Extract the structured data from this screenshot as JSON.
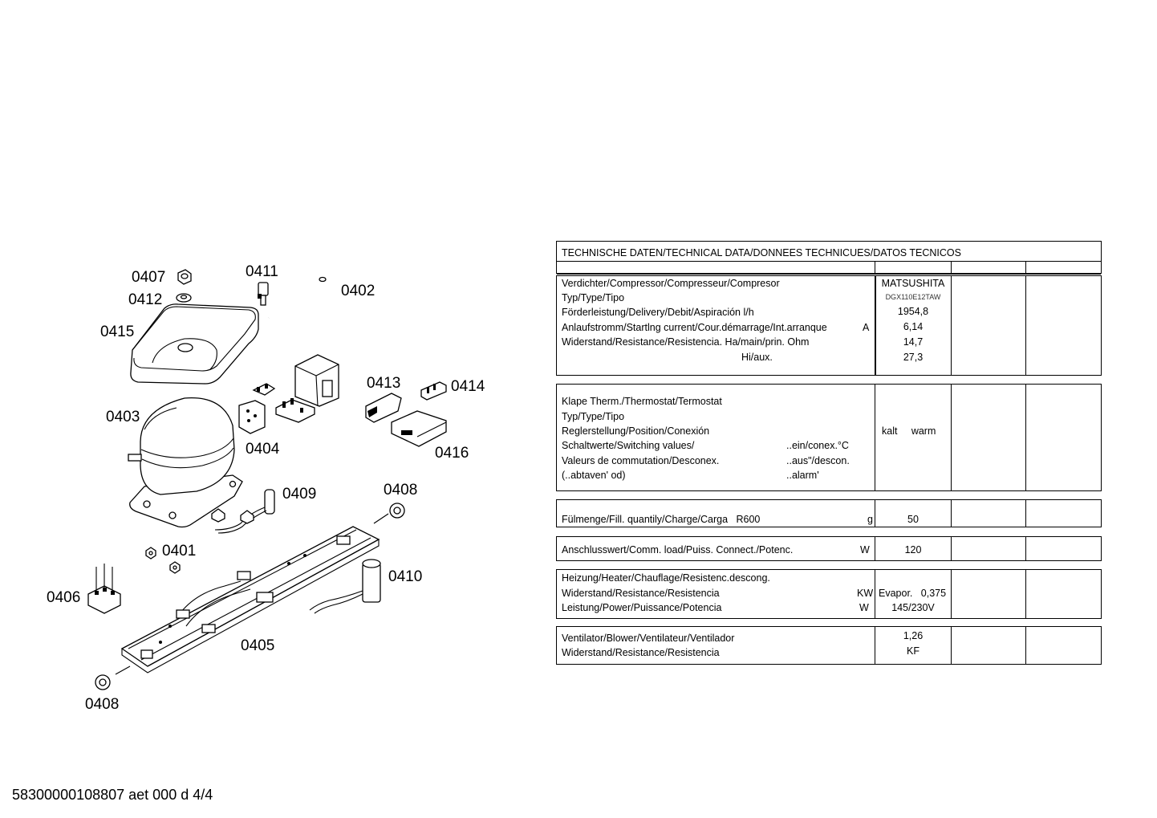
{
  "parts": {
    "p0401": "0401",
    "p0402": "0402",
    "p0403": "0403",
    "p0404": "0404",
    "p0405": "0405",
    "p0406": "0406",
    "p0407": "0407",
    "p0408a": "0408",
    "p0408b": "0408",
    "p0409": "0409",
    "p0410": "0410",
    "p0411": "0411",
    "p0412": "0412",
    "p0413": "0413",
    "p0414": "0414",
    "p0415": "0415",
    "p0416": "0416"
  },
  "footer": "58300000108807 aet 000 d 4/4",
  "table": {
    "header": "TECHNISCHE DATEN/TECHNICAL DATA/DONNEES TECHNICUES/DATOS TECNICOS",
    "compressor": {
      "r1": "Verdichter/Compressor/Compresseur/Compresor",
      "r2": "Typ/Type/Tipo",
      "r3": "Förderleistung/Delivery/Debit/Aspiración l/h",
      "r4": "Anlaufstromm/Startlng current/Cour.démarrage/Int.arranque",
      "r4u": "A",
      "r5": "Widerstand/Resistance/Resistencia. Ha/main/prin. Ohm",
      "r6": "Hi/aux.",
      "v1": "MATSUSHITA",
      "v2": "DGX110E12TAW",
      "v3": "1954,8",
      "v4": "6,14",
      "v5": "14,7",
      "v6": "27,3"
    },
    "thermostat": {
      "r1": "Klape Therm./Thermostat/Termostat",
      "r2": "Typ/Type/Tipo",
      "r3": "Reglerstellung/Position/Conexión",
      "r4": "Schaltwerte/Switching values/",
      "r4b": "..ein/conex.°C",
      "r5": "Valeurs de commutation/Desconex.",
      "r5b": "..aus\"/descon.",
      "r6": "(..abtaven' od)",
      "r6b": "..alarm'",
      "v3": "kalt     warm"
    },
    "fill": {
      "label": "Fülmenge/Fill. quantily/Charge/Carga   R600",
      "unit": "g",
      "value": "50"
    },
    "load": {
      "label": "Anschlusswert/Comm. load/Puiss. Connect./Potenc.",
      "unit": "W",
      "value": "120"
    },
    "heater": {
      "r1": "Heizung/Heater/Chauflage/Resistenc.descong.",
      "r2": "Widerstand/Resistance/Resistencia",
      "r2u": "KW",
      "r3": "Leistung/Power/Puissance/Potencia",
      "r3u": "W",
      "v2": "Evapor.   0,375",
      "v3": "145/230V"
    },
    "blower": {
      "r1": "Ventilator/Blower/Ventilateur/Ventilador",
      "r2": "Widerstand/Resistance/Resistencia",
      "v1": "1,26",
      "v2": "KF"
    }
  }
}
